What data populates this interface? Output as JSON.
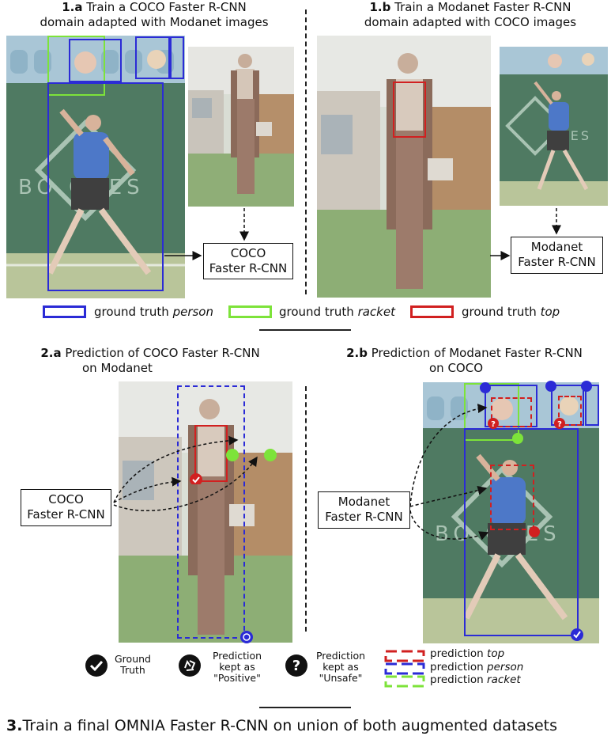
{
  "panel_1a": {
    "num": "1.a",
    "line1": "Train a COCO Faster R-CNN",
    "line2": "domain adapted with Modanet images",
    "model_line1": "COCO",
    "model_line2": "Faster R-CNN"
  },
  "panel_1b": {
    "num": "1.b",
    "line1": "Train a Modanet Faster R-CNN",
    "line2": "domain adapted with COCO images",
    "model_line1": "Modanet",
    "model_line2": "Faster R-CNN"
  },
  "legend_top": {
    "person_prefix": "ground truth",
    "person_cls": "person",
    "racket_prefix": "ground truth",
    "racket_cls": "racket",
    "top_prefix": "ground truth",
    "top_cls": "top"
  },
  "panel_2a": {
    "num": "2.a",
    "line1": "Prediction  of COCO Faster R-CNN",
    "line2": "on Modanet",
    "model_line1": "COCO",
    "model_line2": "Faster R-CNN"
  },
  "panel_2b": {
    "num": "2.b",
    "line1": "Prediction of Modanet Faster R-CNN",
    "line2": "on COCO",
    "model_line1": "Modanet",
    "model_line2": "Faster R-CNN"
  },
  "legend_bottom": {
    "gt_line1": "Ground",
    "gt_line2": "Truth",
    "pos_line1": "Prediction",
    "pos_line2": "kept as",
    "pos_line3": "\"Positive\"",
    "unsafe_line1": "Prediction",
    "unsafe_line2": "kept as",
    "unsafe_line3": "\"Unsafe\"",
    "pred_prefix": "prediction",
    "pred_top": "top",
    "pred_person": "person",
    "pred_racket": "racket"
  },
  "footer": {
    "num": "3.",
    "text": "Train a final OMNIA Faster R-CNN on union of both augmented datasets"
  },
  "colors": {
    "person": "#2b2bd6",
    "racket": "#7de33a",
    "top": "#d12020"
  }
}
